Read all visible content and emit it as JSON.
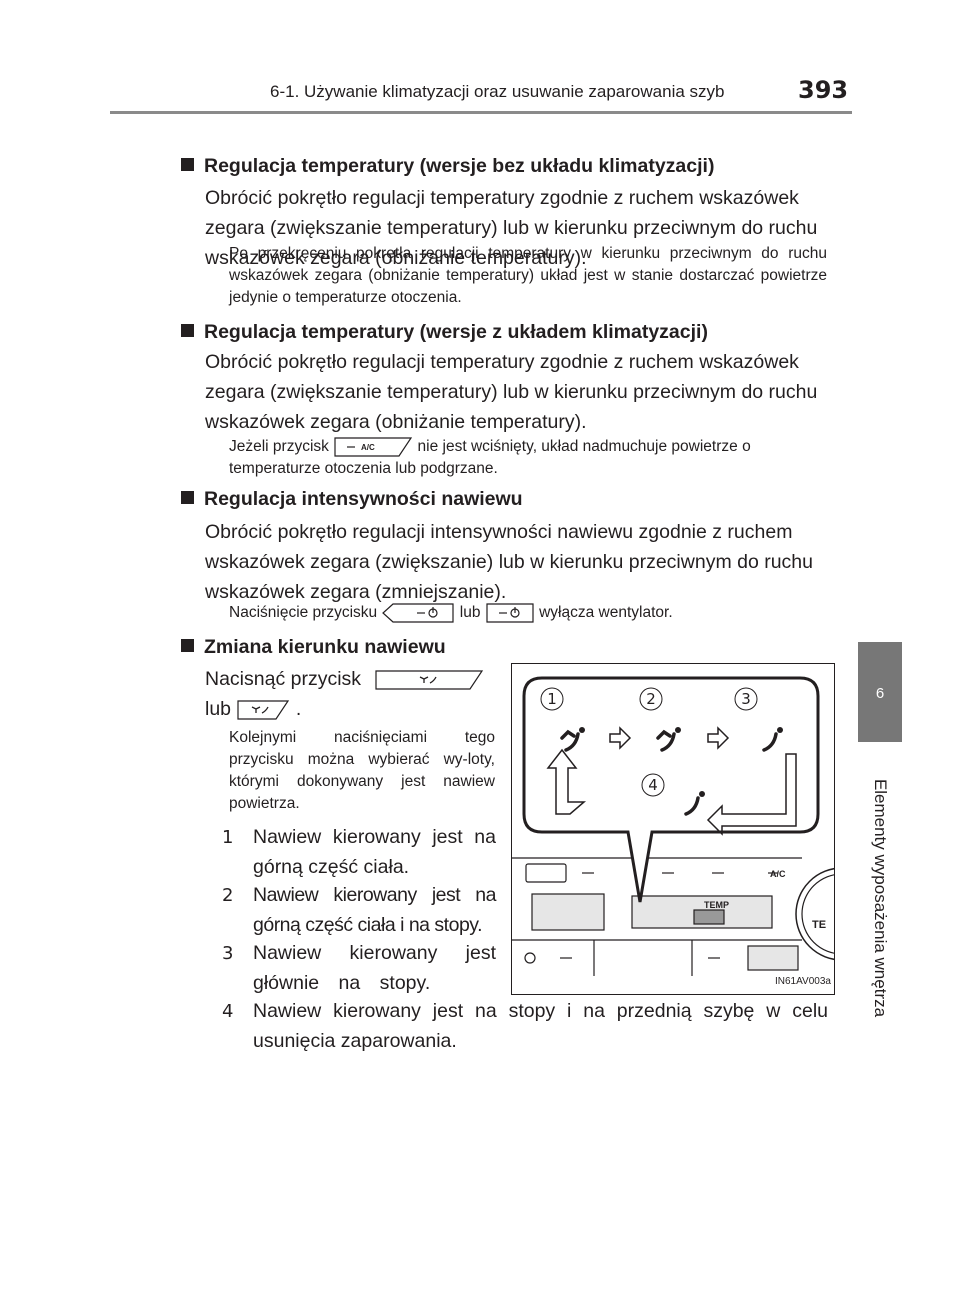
{
  "header": {
    "section_title": "6-1. Używanie klimatyzacji oraz usuwanie zaparowania szyb",
    "page_number": "393"
  },
  "side_tab": {
    "chapter_number": "6",
    "chapter_label": "Elementy wyposażenia wnętrza"
  },
  "sections": [
    {
      "heading": "Regulacja temperatury (wersje bez układu klimatyzacji)",
      "body": "Obrócić pokrętło regulacji temperatury zgodnie z ruchem wskazówek zegara (zwiększanie temperatury) lub w kierunku przeciwnym do ruchu wskazówek zegara (obniżanie temperatury).",
      "note": "Po przekręceniu pokrętła regulacji temperatury w kierunku przeciwnym do ruchu wskazówek zegara (obniżanie temperatury) układ jest w stanie dostarczać powietrze jedynie o temperaturze otoczenia."
    },
    {
      "heading": "Regulacja temperatury (wersje z układem klimatyzacji)",
      "body": "Obrócić pokrętło regulacji temperatury zgodnie z ruchem wskazówek zegara (zwiększanie temperatury) lub w kierunku przeciwnym do ruchu wskazówek zegara (obniżanie temperatury).",
      "note_before": "Jeżeli przycisk",
      "note_button": "A/C",
      "note_after": "nie jest wciśnięty, układ nadmuchuje powietrze o temperaturze otoczenia lub podgrzane."
    },
    {
      "heading": "Regulacja intensywności nawiewu",
      "body": "Obrócić pokrętło regulacji intensywności nawiewu zgodnie z ruchem wskazówek zegara (zwiększanie) lub w kierunku przeciwnym do ruchu wskazówek zegara (zmniejszanie).",
      "note_a": "Naciśnięcie przycisku",
      "note_b": "lub",
      "note_c": "wyłącza wentylator."
    },
    {
      "heading": "Zmiana kierunku nawiewu",
      "body_a": "Nacisnąć przycisk",
      "body_b": "lub",
      "body_c": ".",
      "note": "Kolejnymi naciśnięciami tego przycisku można wybierać wy-loty, którymi dokonywany jest nawiew powietrza."
    }
  ],
  "modes": [
    {
      "number": "1",
      "text": "Nawiew kierowany jest na górną część ciała."
    },
    {
      "number": "2",
      "text": "Nawiew kierowany jest na górną część ciała i na stopy."
    },
    {
      "number": "3",
      "text": "Nawiew kierowany jest głównie na stopy."
    },
    {
      "number": "4",
      "text": "Nawiew kierowany jest na stopy i na przednią szybę w celu usunięcia zaparowania."
    }
  ],
  "figure": {
    "callouts": [
      "1",
      "2",
      "3",
      "4"
    ],
    "panel_ac": "A/C",
    "panel_temp": "TEMP",
    "dial_text": "TE",
    "figure_id": "IN61AV003a"
  }
}
